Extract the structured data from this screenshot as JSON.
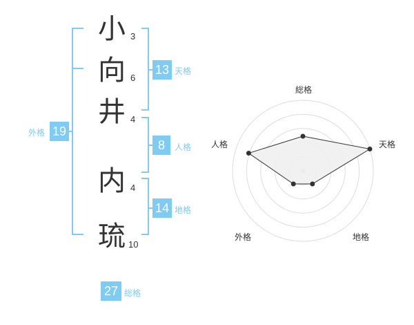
{
  "name": {
    "chars": [
      {
        "char": "小",
        "strokes": "3"
      },
      {
        "char": "向",
        "strokes": "6"
      },
      {
        "char": "井",
        "strokes": "4"
      },
      {
        "char": "内",
        "strokes": "4"
      },
      {
        "char": "琉",
        "strokes": "10"
      }
    ]
  },
  "fortune": {
    "tenkaku": {
      "label": "天格",
      "value": "13"
    },
    "jinkaku": {
      "label": "人格",
      "value": "8"
    },
    "chikaku": {
      "label": "地格",
      "value": "14"
    },
    "gaikaku": {
      "label": "外格",
      "value": "19"
    },
    "soukaku": {
      "label": "総格",
      "value": "27"
    }
  },
  "radar": {
    "labels": {
      "top": "総格",
      "right": "天格",
      "bottom_right": "地格",
      "bottom_left": "外格",
      "left": "人格"
    },
    "levels": 5,
    "scores": {
      "soukaku": 0.49,
      "tenkaku": 1.0,
      "chikaku": 0.23,
      "gaikaku": 0.23,
      "jinkaku": 0.81
    }
  },
  "colors": {
    "accent": "#7ecbf4",
    "text": "#333333",
    "grid": "#dddddd",
    "fill": "#f0f0f0",
    "stroke": "#333333"
  }
}
